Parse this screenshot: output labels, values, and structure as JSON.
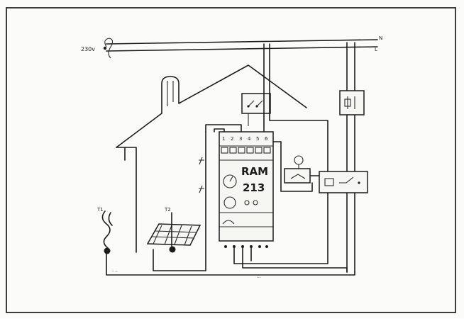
{
  "diagram": {
    "supply_label": "230v",
    "line_end_top": "N",
    "line_end_bottom": "L",
    "controller": {
      "brand_text": "RAM",
      "model_text": "213",
      "terminal_numbers": [
        "1",
        "2",
        "3",
        "4",
        "5",
        "6"
      ]
    },
    "sensor_labels": {
      "pipe_sensor": "T1",
      "collector_sensor": "T2"
    },
    "tiny_marks": {
      "bottom_left": "- ..",
      "bottom_center": "..."
    },
    "colors": {
      "ink": "#1c1c1c",
      "paper": "#fbfbf9",
      "border": "#2a2a2a"
    }
  }
}
